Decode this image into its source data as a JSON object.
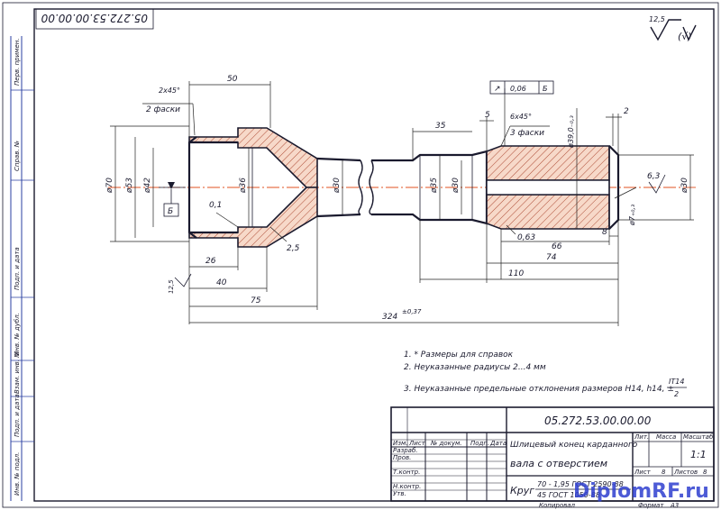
{
  "stamp": {
    "code_rotated": "05.272.53.00.00.00"
  },
  "roughness": {
    "value": "12,5",
    "symbol_note": "(√)"
  },
  "side_labels": [
    "Перв. примен.",
    "Справ. №",
    "Подп. и дата",
    "Инв. № дубл.",
    "Взам. инв. №",
    "Подп. и дата",
    "Инв. № подл."
  ],
  "dims": {
    "d50": "50",
    "chamfer_left": "2x45°",
    "chamfer_left_note": "2 фаски",
    "d35": "35",
    "d5": "5",
    "chamfer_right": "6x45°",
    "chamfer_right_note": "3 фаски",
    "d2": "2",
    "tol_frame": [
      "↗",
      "0,06",
      "Б"
    ],
    "phi70": "ø70",
    "phi53": "ø53",
    "phi42": "ø42",
    "phi36": "ø36",
    "phi30a": "ø30",
    "phi35": "ø35",
    "phi30b": "ø30",
    "phi39": "ø39,0₋₀,₃",
    "phi30c": "ø30",
    "phi7": "ø7₊₀,₃",
    "datum": "Б",
    "r63a": "0,1",
    "r63b": "6,3",
    "r063": "0,63",
    "r25": "2,5",
    "d26": "26",
    "d40": "40",
    "d75": "75",
    "d66": "66",
    "d8": "8",
    "d74": "74",
    "d110": "110",
    "d324": "324",
    "d324_tol": "±0,37",
    "rough_left": "12,5"
  },
  "notes": {
    "n1": "1. * Размеры для справок",
    "n2": "2. Неуказанные радиусы 2...4 мм",
    "n3": "3. Неуказанные предельные отклонения размеров Н14, h14, ±",
    "n3_frac_top": "IT14",
    "n3_frac_bot": "2"
  },
  "title_block": {
    "code": "05.272.53.00.00.00",
    "name_line1": "Шлицевый конец карданного",
    "name_line2": "вала с отверстием",
    "lit_header": "Лит.",
    "mass_header": "Масса",
    "scale_header": "Масштаб",
    "scale_value": "1:1",
    "sheet_label": "Лист",
    "sheet_value": "8",
    "sheets_label": "Листов",
    "sheets_value": "8",
    "material_label": "Круг",
    "material_top": "70 - 1,95 ГОСТ 2590-88",
    "material_bot": "45 ГОСТ 1050-88",
    "rows": [
      "Изм.",
      "Лист",
      "№ докум.",
      "Подп.",
      "Дата"
    ],
    "roles": [
      "Разраб.",
      "Пров.",
      "Т.контр.",
      "",
      "Н.контр.",
      "Утв."
    ],
    "copy_label": "Копировал",
    "format_label": "Формат",
    "format_value": "А3",
    "watermark": "DiplomRF.ru"
  }
}
